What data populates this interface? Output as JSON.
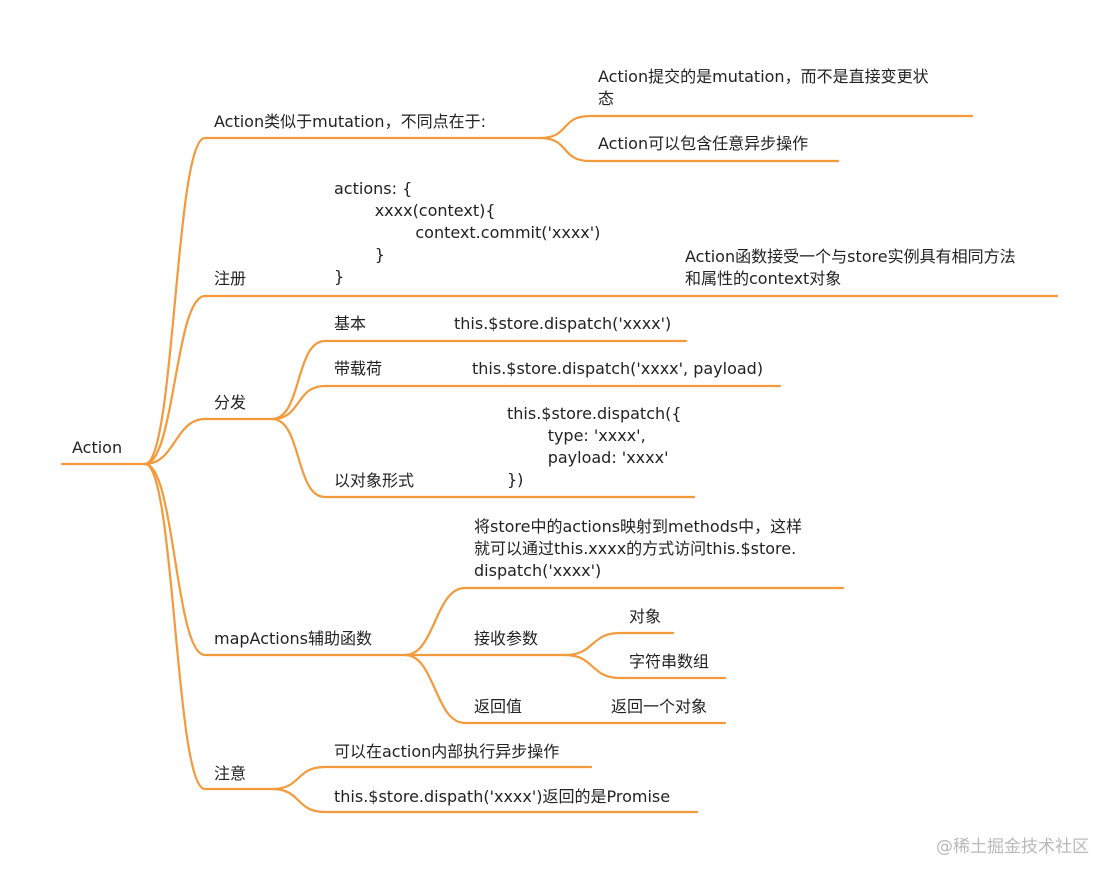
{
  "root": {
    "label": "Action"
  },
  "branches": {
    "diff": {
      "label": "Action类似于mutation，不同点在于:",
      "items": [
        "Action提交的是mutation，而不是直接变更状\n态",
        "Action可以包含任意异步操作"
      ]
    },
    "register": {
      "label": "注册",
      "code": "actions: {\n        xxxx(context){\n                context.commit('xxxx')\n        }\n}",
      "note": "Action函数接受一个与store实例具有相同方法\n和属性的context对象"
    },
    "dispatch": {
      "label": "分发",
      "items": [
        {
          "label": "基本",
          "code": "this.$store.dispatch('xxxx')"
        },
        {
          "label": "带载荷",
          "code": "this.$store.dispatch('xxxx', payload)"
        },
        {
          "label": "以对象形式",
          "code": "this.$store.dispatch({\n        type: 'xxxx',\n        payload: 'xxxx'\n})"
        }
      ]
    },
    "mapActions": {
      "label": "mapActions辅助函数",
      "desc": "将store中的actions映射到methods中，这样\n就可以通过this.xxxx的方式访问this.$store.\ndispatch('xxxx')",
      "params": {
        "label": "接收参数",
        "items": [
          "对象",
          "字符串数组"
        ]
      },
      "returns": {
        "label": "返回值",
        "value": "返回一个对象"
      }
    },
    "notes": {
      "label": "注意",
      "items": [
        "可以在action内部执行异步操作",
        "this.$store.dispath('xxxx')返回的是Promise"
      ]
    }
  },
  "watermark": "@稀土掘金技术社区",
  "colors": {
    "line": "#f39a3c",
    "text": "#222222",
    "watermark": "#b9b9b9"
  }
}
